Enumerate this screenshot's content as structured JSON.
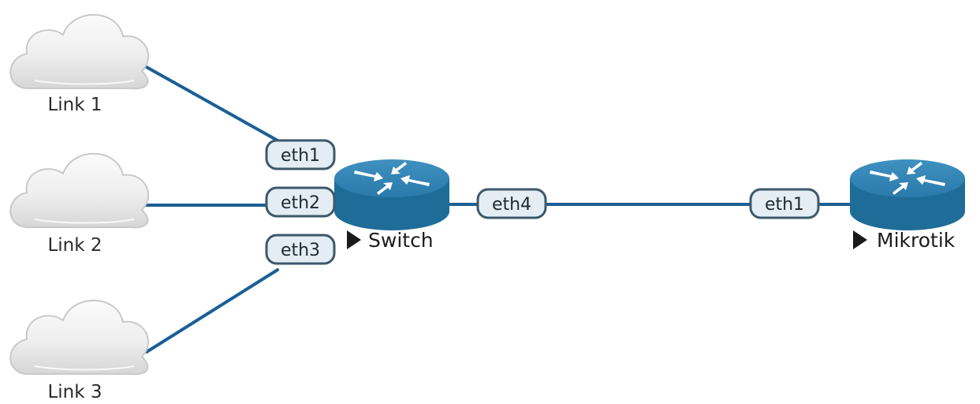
{
  "clouds": [
    {
      "label": "Link 1"
    },
    {
      "label": "Link 2"
    },
    {
      "label": "Link 3"
    }
  ],
  "devices": {
    "switch": {
      "label": "Switch",
      "icon": "router-icon"
    },
    "mikrotik": {
      "label": "Mikrotik",
      "icon": "router-icon"
    }
  },
  "ports": {
    "switch_eth1": "eth1",
    "switch_eth2": "eth2",
    "switch_eth3": "eth3",
    "switch_eth4": "eth4",
    "mikrotik_eth1": "eth1"
  },
  "colors": {
    "link": "#1b5f95",
    "router_body": "#1e6d99",
    "port_fill": "#e3edf3",
    "port_border": "#3d586b"
  }
}
